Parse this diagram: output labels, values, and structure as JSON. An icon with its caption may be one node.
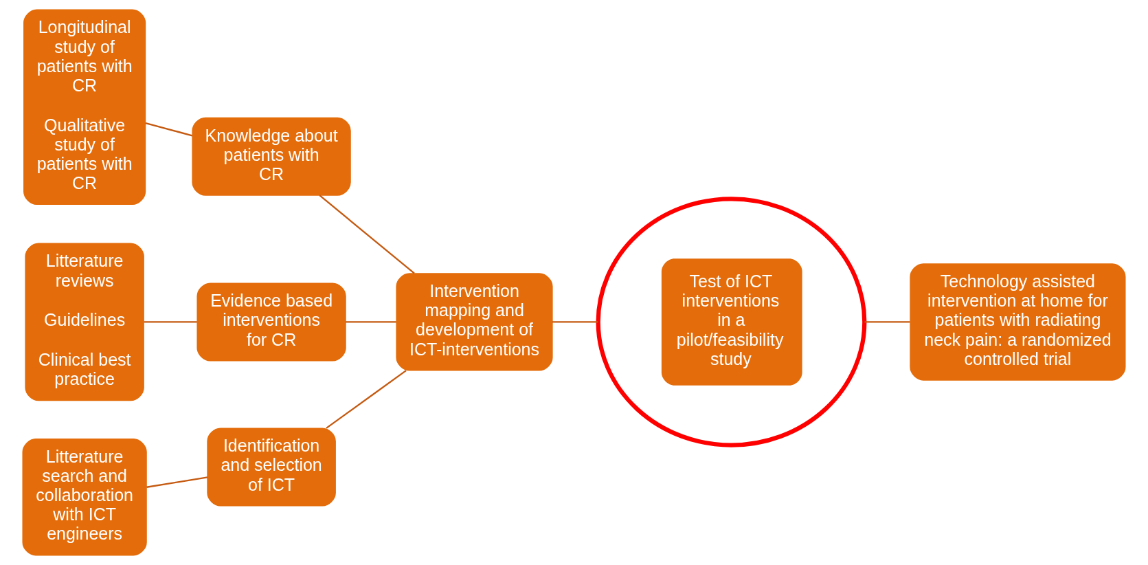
{
  "diagram": {
    "nodes": [
      {
        "text": [
          "Longitudinal study of patients with CR",
          "Qualitative study of patients with CR"
        ]
      },
      {
        "text": [
          "Knowledge about patients with CR"
        ]
      },
      {
        "text": [
          "Litterature reviews",
          "Guidelines",
          "Clinical best practice"
        ]
      },
      {
        "text": [
          "Evidence based interventions for CR"
        ]
      },
      {
        "text": [
          "Litterature search and collaboration with ICT engineers"
        ]
      },
      {
        "text": [
          "Identification and selection of ICT"
        ]
      },
      {
        "text": [
          "Intervention mapping and development of ICT-interventions"
        ]
      },
      {
        "text": [],
        "shape": "circle"
      },
      {
        "text": [
          "Test of ICT interventions in a pilot/feasibility study"
        ],
        "in": 7
      },
      {
        "text": [
          "Technology assisted intervention at home for patients with radiating neck pain: a randomized controlled trial"
        ]
      }
    ],
    "edges": [
      {
        "from": 0,
        "to": 1,
        "arrow": "none"
      },
      {
        "from": 1,
        "to": 6,
        "arrow": "none"
      },
      {
        "from": 2,
        "to": 3,
        "arrow": "none"
      },
      {
        "from": 3,
        "to": 6,
        "arrow": "none"
      },
      {
        "from": 4,
        "to": 5,
        "arrow": "none"
      },
      {
        "from": 5,
        "to": 6,
        "arrow": "none"
      },
      {
        "from": 6,
        "to": 7,
        "arrow": "none"
      },
      {
        "from": 7,
        "to": 9,
        "arrow": "none"
      }
    ]
  }
}
